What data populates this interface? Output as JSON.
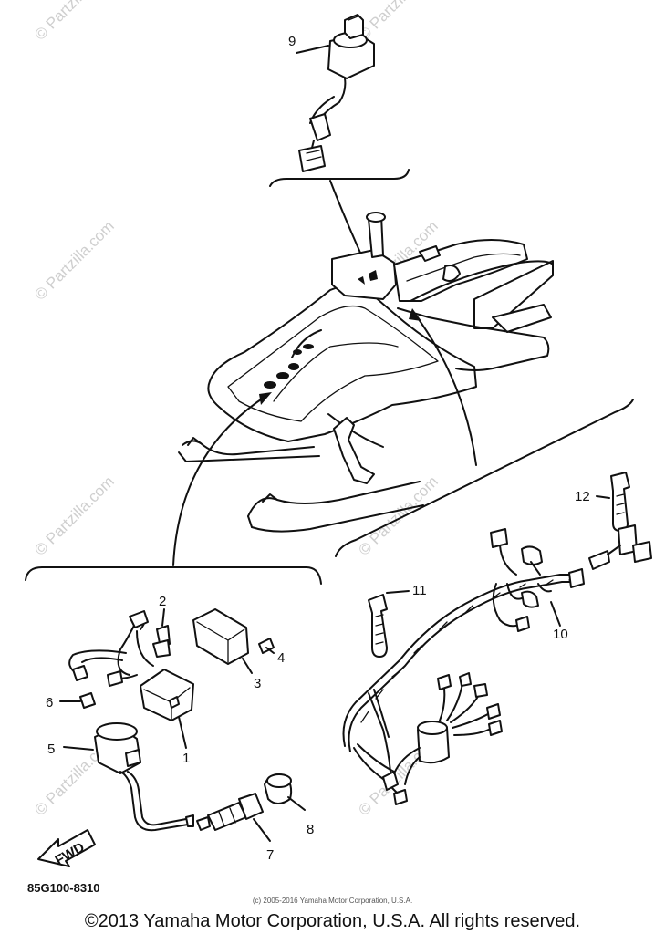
{
  "diagram": {
    "part_numbers": [
      "1",
      "2",
      "3",
      "4",
      "5",
      "6",
      "7",
      "8",
      "9",
      "10",
      "11",
      "12"
    ],
    "fwd_label": "FWD",
    "diagram_code": "85G100-8310",
    "inner_copyright": "(c) 2005-2016 Yamaha Motor Corporation, U.S.A.",
    "footer_copyright": "©2013 Yamaha Motor Corporation, U.S.A. All rights reserved.",
    "watermark": "© Partzilla.com"
  }
}
